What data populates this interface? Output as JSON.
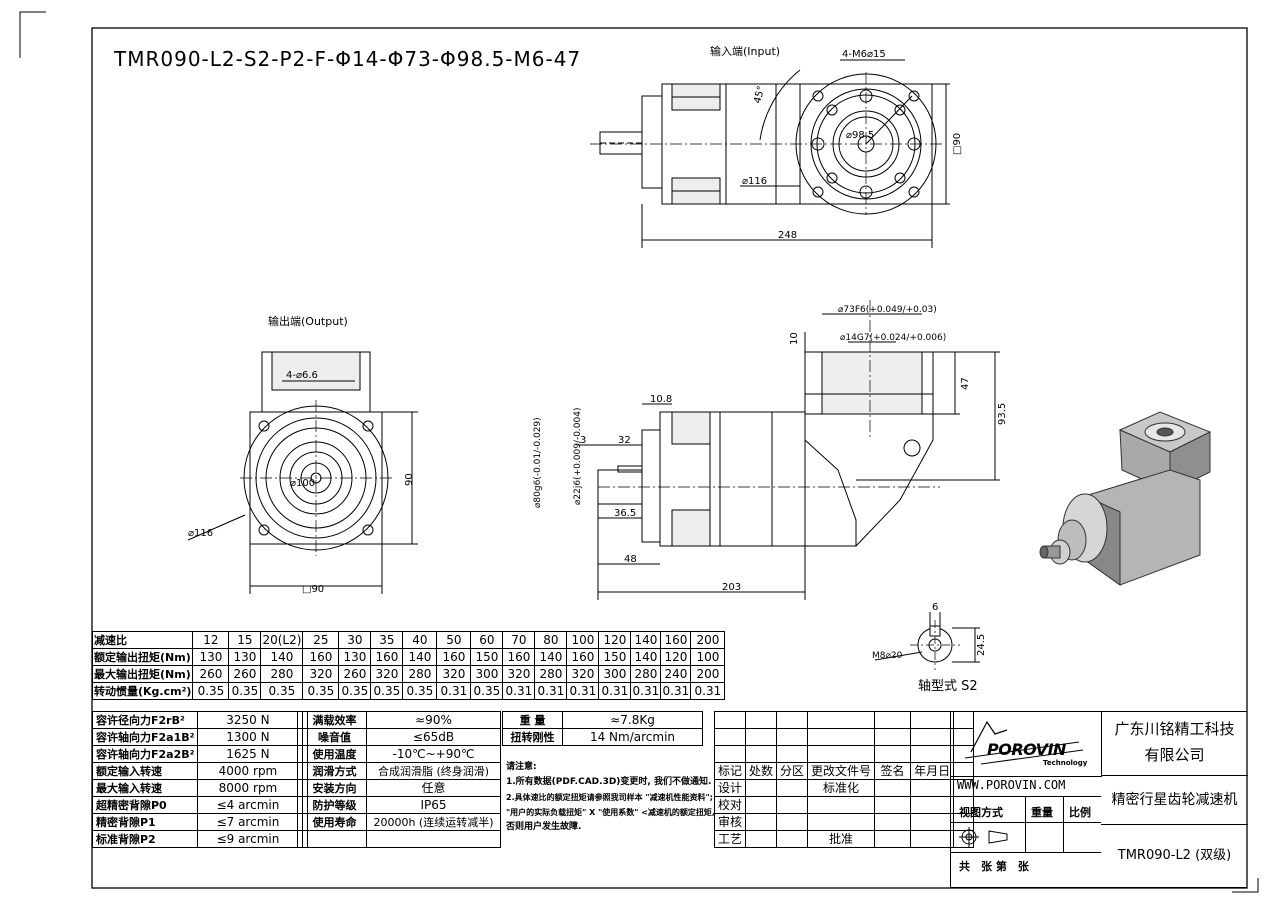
{
  "model_title": "TMR090-L2-S2-P2-F-Φ14-Φ73-Φ98.5-M6-47",
  "views": {
    "input_label": "输入端(Input)",
    "output_label": "输出端(Output)",
    "shaft_label": "轴型式 S2",
    "dims": {
      "input_bolt": "4-M6⌀15",
      "input_angle": "45°",
      "input_pcd": "⌀98.5",
      "input_dia": "⌀116",
      "input_sq": "□90",
      "input_len": "248",
      "output_bolt": "4-⌀6.6",
      "output_pcd": "⌀100",
      "output_dia": "⌀116",
      "output_h": "90",
      "output_sq": "□90",
      "side_f73": "⌀73F6(+0.049/+0.03)",
      "side_f14": "⌀14G7(+0.024/+0.006)",
      "side_10": "10",
      "side_47": "47",
      "side_935": "93.5",
      "side_108": "10.8",
      "side_3": "3",
      "side_32": "32",
      "side_80": "⌀80g6(-0.01/-0.029)",
      "side_22": "⌀22j6(+0.009/-0.004)",
      "side_365": "36.5",
      "side_48": "48",
      "side_203": "203",
      "shaft_6": "6",
      "shaft_245": "24.5",
      "shaft_m8": "M8⌀20"
    }
  },
  "ratio_table": {
    "rows": [
      {
        "label": "减速比",
        "values": [
          "12",
          "15",
          "20(L2)",
          "25",
          "30",
          "35",
          "40",
          "50",
          "60",
          "70",
          "80",
          "100",
          "120",
          "140",
          "160",
          "200"
        ]
      },
      {
        "label": "额定输出扭矩(Nm)",
        "values": [
          "130",
          "130",
          "140",
          "160",
          "130",
          "160",
          "140",
          "160",
          "150",
          "160",
          "140",
          "160",
          "150",
          "140",
          "120",
          "100"
        ]
      },
      {
        "label": "最大输出扭矩(Nm)",
        "values": [
          "260",
          "260",
          "280",
          "320",
          "260",
          "320",
          "280",
          "320",
          "300",
          "320",
          "280",
          "320",
          "300",
          "280",
          "240",
          "200"
        ]
      },
      {
        "label": "转动惯量(Kg.cm²)",
        "values": [
          "0.35",
          "0.35",
          "0.35",
          "0.35",
          "0.35",
          "0.35",
          "0.35",
          "0.31",
          "0.35",
          "0.31",
          "0.31",
          "0.31",
          "0.31",
          "0.31",
          "0.31",
          "0.31"
        ]
      }
    ]
  },
  "specs": {
    "left": [
      {
        "k": "容许径向力F2rB²",
        "v": "3250 N"
      },
      {
        "k": "容许轴向力F2a1B²",
        "v": "1300 N"
      },
      {
        "k": "容许轴向力F2a2B²",
        "v": "1625 N"
      },
      {
        "k": "额定输入转速",
        "v": "4000 rpm"
      },
      {
        "k": "最大输入转速",
        "v": "8000 rpm"
      },
      {
        "k": "超精密背隙P0",
        "v": "≤4 arcmin"
      },
      {
        "k": "精密背隙P1",
        "v": "≤7 arcmin"
      },
      {
        "k": "标准背隙P2",
        "v": "≤9 arcmin"
      }
    ],
    "mid": [
      {
        "k": "满载效率",
        "v": "≈90%"
      },
      {
        "k": "噪音值",
        "v": "≤65dB"
      },
      {
        "k": "使用温度",
        "v": "-10℃~+90℃"
      },
      {
        "k": "润滑方式",
        "v": "合成润滑脂 (终身润滑)"
      },
      {
        "k": "安装方向",
        "v": "任意"
      },
      {
        "k": "防护等级",
        "v": "IP65"
      },
      {
        "k": "使用寿命",
        "v": "20000h (连续运转减半)"
      }
    ],
    "weight_k": "重 量",
    "weight_v": "≈7.8Kg",
    "rigidity_k": "扭转刚性",
    "rigidity_v": "14 Nm/arcmin",
    "notes": [
      "请注意:",
      "1.所有数据(PDF.CAD.3D)变更时, 我们不做通知.",
      "2.具体速比的额定扭矩请参照我司样本 \"减速机性能资料\";",
      "\"用户的实际负载扭矩\" X \"使用系数\" <减速机的额定扭矩,",
      "否则用户发生故障."
    ]
  },
  "revision": {
    "headers": [
      "标记",
      "处数",
      "分区",
      "更改文件号",
      "签名",
      "年月日"
    ],
    "design": "设计",
    "check": "校对",
    "review": "审核",
    "process": "工艺",
    "standard": "标准化",
    "approve": "批准"
  },
  "title_block": {
    "logo": "POROVIN",
    "logo_sub": "Technology",
    "website": "WWW.POROVIN.COM",
    "company_line1": "广东川铭精工科技",
    "company_line2": "有限公司",
    "product": "精密行星齿轮减速机",
    "view_method": "视图方式",
    "weight": "重量",
    "scale": "比例",
    "sheet": "共　张 第　张",
    "part_no": "TMR090-L2 (双级)"
  }
}
